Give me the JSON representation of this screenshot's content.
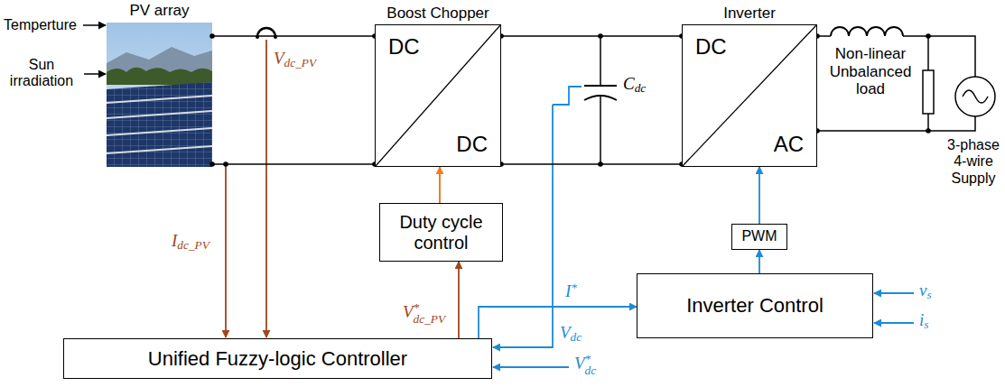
{
  "diagram": {
    "nodes": [
      {
        "text": [
          "PV array"
        ]
      },
      {
        "text": [
          "Boost Chopper",
          "DC",
          "DC"
        ]
      },
      {
        "text": [
          "Inverter",
          "DC",
          "AC"
        ]
      },
      {
        "text": [
          "Duty cycle control"
        ]
      },
      {
        "text": [
          "PWM"
        ]
      },
      {
        "text": [
          "Inverter Control"
        ]
      },
      {
        "text": [
          "Unified Fuzzy-logic Controller"
        ]
      }
    ],
    "edges": [
      {
        "from": 0,
        "to": 1,
        "arrow": "none"
      },
      {
        "from": 0,
        "to": 1,
        "arrow": "none"
      },
      {
        "from": 1,
        "to": 2,
        "arrow": "none"
      },
      {
        "from": 1,
        "to": 2,
        "arrow": "none"
      },
      {
        "from": 3,
        "to": 1,
        "arrow": "to"
      },
      {
        "from": 4,
        "to": 2,
        "arrow": "to"
      },
      {
        "from": 5,
        "to": 4,
        "arrow": "to"
      },
      {
        "from": 6,
        "to": 3,
        "arrow": "to",
        "label": "V*dc_PV"
      },
      {
        "from": 6,
        "to": 5,
        "arrow": "to",
        "label": "I*"
      }
    ],
    "labels": [
      "Temperture",
      "Sun irradiation",
      "Vdc_PV",
      "Idc_PV",
      "Cdc",
      "Vdc",
      "V*dc",
      "vs",
      "is",
      "Non-linear Unbalanced load",
      "3-phase 4-wire Supply"
    ]
  }
}
